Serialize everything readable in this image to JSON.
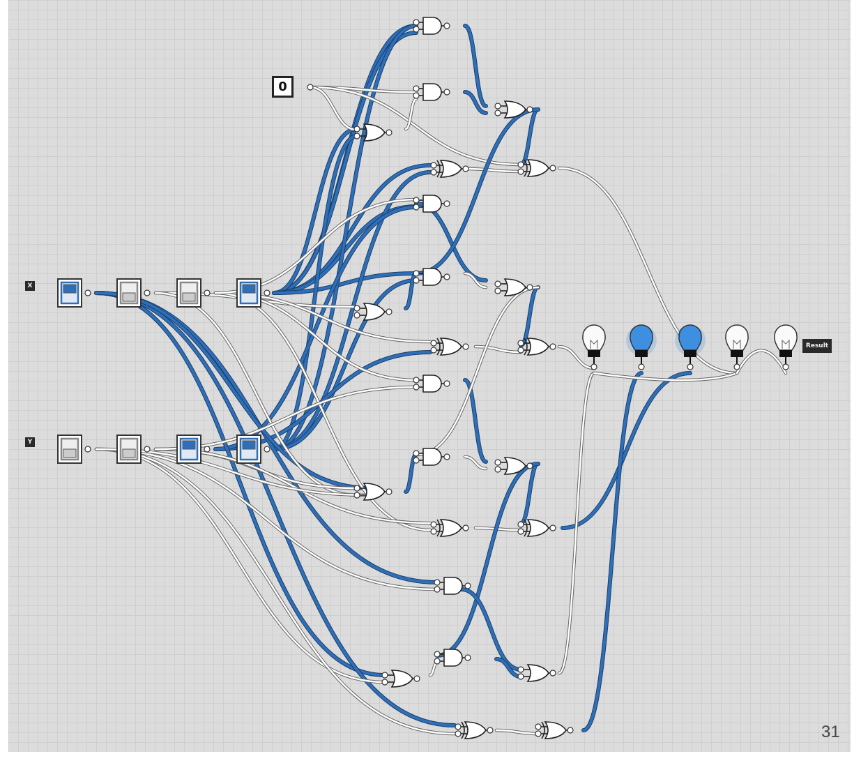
{
  "labels": {
    "input_x": "X",
    "input_y": "Y",
    "constant": "0",
    "output": "Result"
  },
  "page_number": "31",
  "inputs": {
    "x_switches": [
      {
        "id": "x3",
        "on": true
      },
      {
        "id": "x2",
        "on": false
      },
      {
        "id": "x1",
        "on": false
      },
      {
        "id": "x0",
        "on": true
      }
    ],
    "y_switches": [
      {
        "id": "y3",
        "on": false
      },
      {
        "id": "y2",
        "on": false
      },
      {
        "id": "y1",
        "on": true
      },
      {
        "id": "y0",
        "on": true
      }
    ]
  },
  "output_lights": [
    {
      "id": "bulb-1",
      "lit": false
    },
    {
      "id": "bulb-2",
      "lit": true
    },
    {
      "id": "bulb-3",
      "lit": true
    },
    {
      "id": "bulb-4",
      "lit": false
    },
    {
      "id": "bulb-5",
      "lit": false
    }
  ],
  "gate_types": [
    "AND",
    "OR",
    "XOR"
  ],
  "colors": {
    "active_wire": "#2e6fb8",
    "inactive_wire": "#ffffff",
    "canvas": "#dcdcdc",
    "grid": "#cfcfcf",
    "lit_bulb": "#3f8fe0"
  }
}
